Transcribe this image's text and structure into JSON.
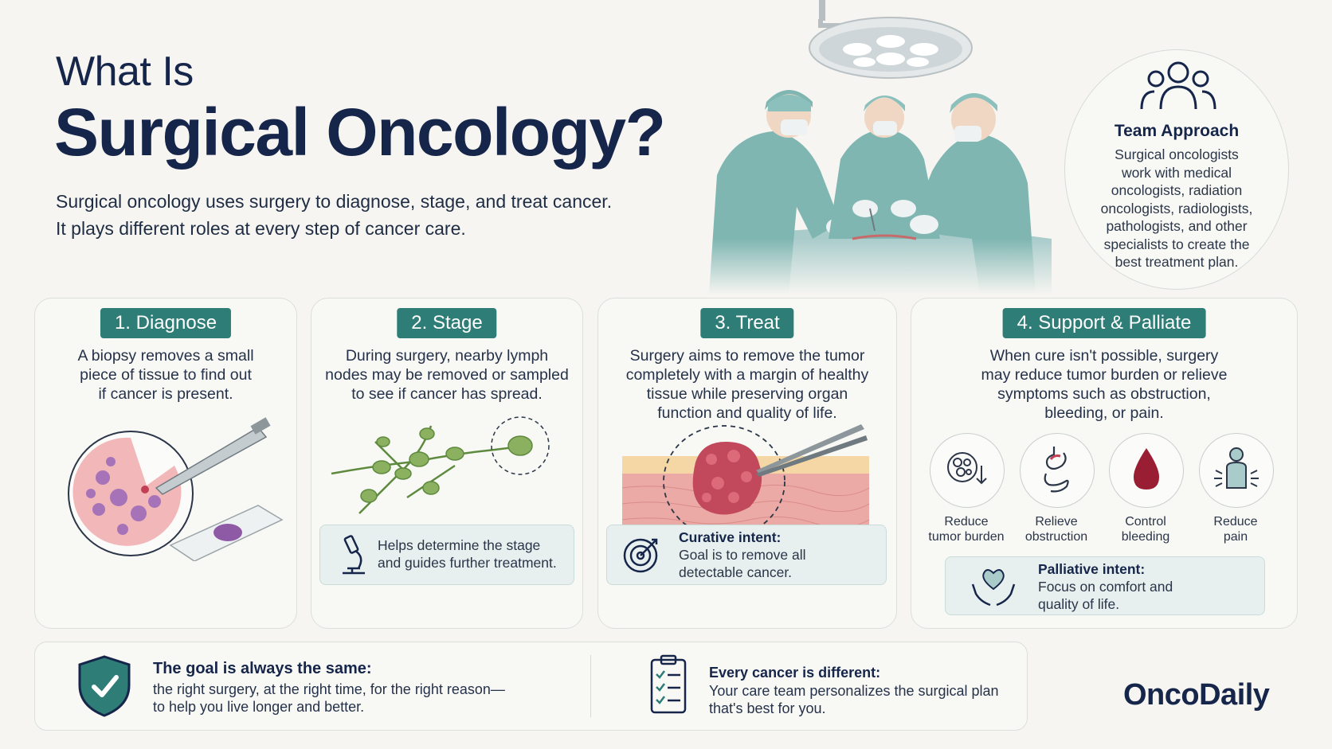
{
  "header": {
    "title_line1": "What Is",
    "title_line2": "Surgical Oncology?",
    "intro_line1": "Surgical oncology uses surgery to diagnose, stage, and treat cancer.",
    "intro_line2": "It plays different roles at every step of cancer care."
  },
  "team": {
    "title": "Team Approach",
    "lines": [
      "Surgical oncologists",
      "work with medical",
      "oncologists, radiation",
      "oncologists, radiologists,",
      "pathologists, and other",
      "specialists to create the",
      "best treatment plan."
    ]
  },
  "cards": [
    {
      "label": "1. Diagnose",
      "lines": [
        "A biopsy removes a small",
        "piece of tissue to find out",
        "if cancer is present."
      ]
    },
    {
      "label": "2. Stage",
      "lines": [
        "During surgery, nearby lymph",
        "nodes may be removed or sampled",
        "to see if cancer has spread."
      ],
      "note_lines": [
        "Helps determine the stage",
        "and guides further treatment."
      ]
    },
    {
      "label": "3. Treat",
      "lines": [
        "Surgery aims to remove the tumor",
        "completely with a margin of healthy",
        "tissue while preserving organ",
        "function and quality of life."
      ],
      "note_title": "Curative intent:",
      "note_lines": [
        "Goal is to remove all",
        "detectable cancer."
      ]
    },
    {
      "label": "4. Support & Palliate",
      "lines": [
        "When cure isn't possible, surgery",
        "may reduce tumor burden or relieve",
        "symptoms such as obstruction,",
        "bleeding, or pain."
      ],
      "icons": [
        {
          "icon": "tumor-burden-icon",
          "line1": "Reduce",
          "line2": "tumor burden"
        },
        {
          "icon": "stomach-intestine-icon",
          "line1": "Relieve",
          "line2": "obstruction"
        },
        {
          "icon": "blood-drop-icon",
          "line1": "Control",
          "line2": "bleeding"
        },
        {
          "icon": "person-pain-icon",
          "line1": "Reduce",
          "line2": "pain"
        }
      ],
      "note_title": "Palliative intent:",
      "note_lines": [
        "Focus on comfort and",
        "quality of life."
      ]
    }
  ],
  "bottom": {
    "goal_title": "The goal is always the same:",
    "goal_line1": "the right surgery, at the right time, for the right reason—",
    "goal_line2": "to help you live longer and better.",
    "diff_title": "Every cancer is different:",
    "diff_line1": "Your care team personalizes the surgical plan",
    "diff_line2": "that's best for you."
  },
  "brand": "OncoDaily",
  "colors": {
    "navy": "#16254a",
    "teal": "#2f7d77",
    "background": "#f6f5f1",
    "note_bg": "#e7f0ef"
  }
}
